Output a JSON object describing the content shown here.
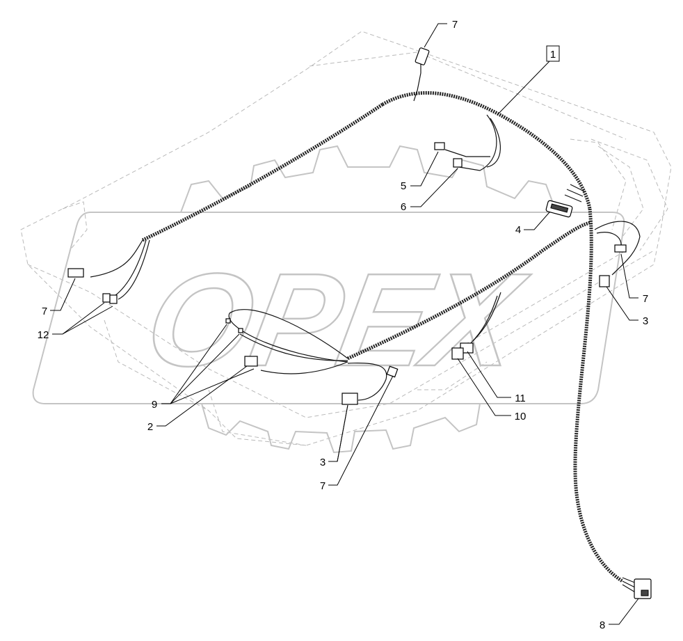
{
  "diagram": {
    "callouts": [
      {
        "id": "c1",
        "label": "1",
        "boxed": true
      },
      {
        "id": "c7a",
        "label": "7"
      },
      {
        "id": "c5",
        "label": "5"
      },
      {
        "id": "c6",
        "label": "6"
      },
      {
        "id": "c4",
        "label": "4"
      },
      {
        "id": "c7b",
        "label": "7"
      },
      {
        "id": "c12",
        "label": "12"
      },
      {
        "id": "c9",
        "label": "9"
      },
      {
        "id": "c2",
        "label": "2"
      },
      {
        "id": "c3a",
        "label": "3"
      },
      {
        "id": "c7c",
        "label": "7"
      },
      {
        "id": "c11",
        "label": "11"
      },
      {
        "id": "c10",
        "label": "10"
      },
      {
        "id": "c7d",
        "label": "7"
      },
      {
        "id": "c3b",
        "label": "3"
      },
      {
        "id": "c8",
        "label": "8"
      }
    ],
    "watermark": "OPEX",
    "colors": {
      "line": "#000000",
      "ghost": "#b9b9b9",
      "watermark": "#c4c4c4",
      "background": "#ffffff"
    }
  }
}
